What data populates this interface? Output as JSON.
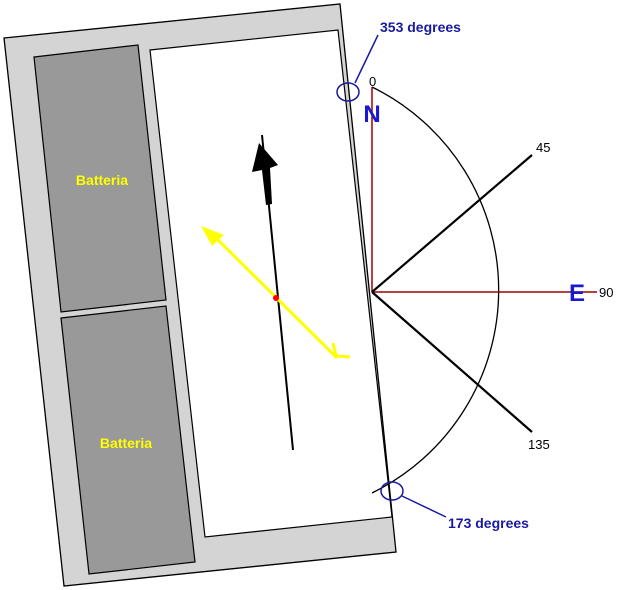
{
  "diagram": {
    "battery_labels": [
      "Batteria",
      "Batteria"
    ],
    "compass": {
      "north_letter": "N",
      "east_letter": "E",
      "tick_labels": [
        "0",
        "45",
        "90",
        "135"
      ],
      "callout_top": "353 degrees",
      "callout_bottom": "173 degrees"
    },
    "colors": {
      "board_outer": "#d4d4d4",
      "battery_fill": "#999999",
      "battery_text": "#ffff00",
      "yellow_arrow": "#ffff00",
      "black_arrow": "#000000",
      "compass_lines": "#000000",
      "reference_lines": "#a00000",
      "direction_letters": "#1a1acc",
      "callouts": "#1a1aa0",
      "pivot_dot": "#ff0000"
    }
  }
}
